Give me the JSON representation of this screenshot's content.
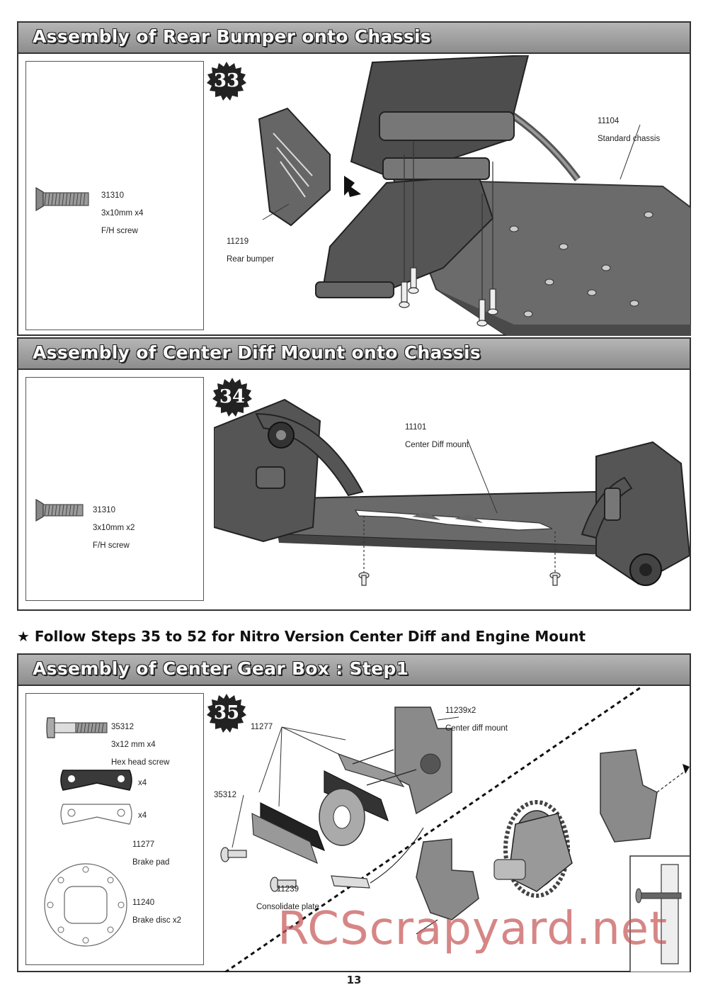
{
  "sections": [
    {
      "title": "Assembly of Rear Bumper onto Chassis",
      "step": "33",
      "parts": [
        {
          "code": "31310",
          "spec": "3x10mm x4",
          "name": "F/H screw"
        }
      ],
      "callouts": [
        {
          "code": "11104",
          "name": "Standard chassis"
        },
        {
          "code": "11219",
          "name": "Rear bumper"
        }
      ]
    },
    {
      "title": "Assembly of Center Diff Mount onto Chassis",
      "step": "34",
      "parts": [
        {
          "code": "31310",
          "spec": "3x10mm x2",
          "name": "F/H screw"
        }
      ],
      "callouts": [
        {
          "code": "11101",
          "name": "Center Diff mount"
        }
      ]
    },
    {
      "title": "Assembly of Center Gear Box : Step1",
      "step": "35",
      "parts": [
        {
          "code": "35312",
          "spec": "3x12 mm x4",
          "name": "Hex head screw"
        },
        {
          "qty": "x4"
        },
        {
          "qty": "x4",
          "code": "11277",
          "name": "Brake pad"
        },
        {
          "code": "11240",
          "name": "Brake disc x2"
        }
      ],
      "callouts": [
        {
          "code": "11239x2",
          "name": "Center diff mount"
        },
        {
          "code": "11277"
        },
        {
          "code": "35312"
        },
        {
          "code": "11239",
          "name": "Consolidate plate"
        }
      ]
    }
  ],
  "notice": "★ Follow Steps 35 to 52 for Nitro Version Center Diff and Engine Mount",
  "page_number": "13",
  "watermark": "RCScrapyard.net"
}
